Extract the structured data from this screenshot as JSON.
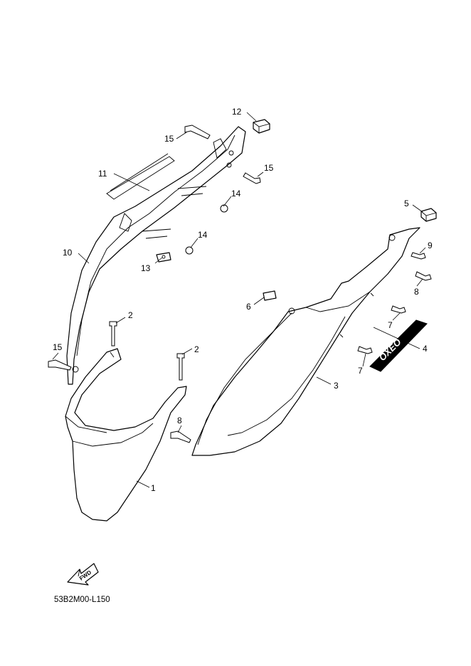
{
  "callouts": {
    "p1": "1",
    "p2a": "2",
    "p2b": "2",
    "p3": "3",
    "p4": "4",
    "p5": "5",
    "p6": "6",
    "p7a": "7",
    "p7b": "7",
    "p8a": "8",
    "p8b": "8",
    "p9": "9",
    "p10": "10",
    "p11": "11",
    "p12": "12",
    "p13": "13",
    "p14a": "14",
    "p14b": "14",
    "p15a": "15",
    "p15b": "15",
    "p15c": "15"
  },
  "fwd_label": "FWD",
  "diagram_code": "53B2M00-L150",
  "emblem_text": "OXEO"
}
